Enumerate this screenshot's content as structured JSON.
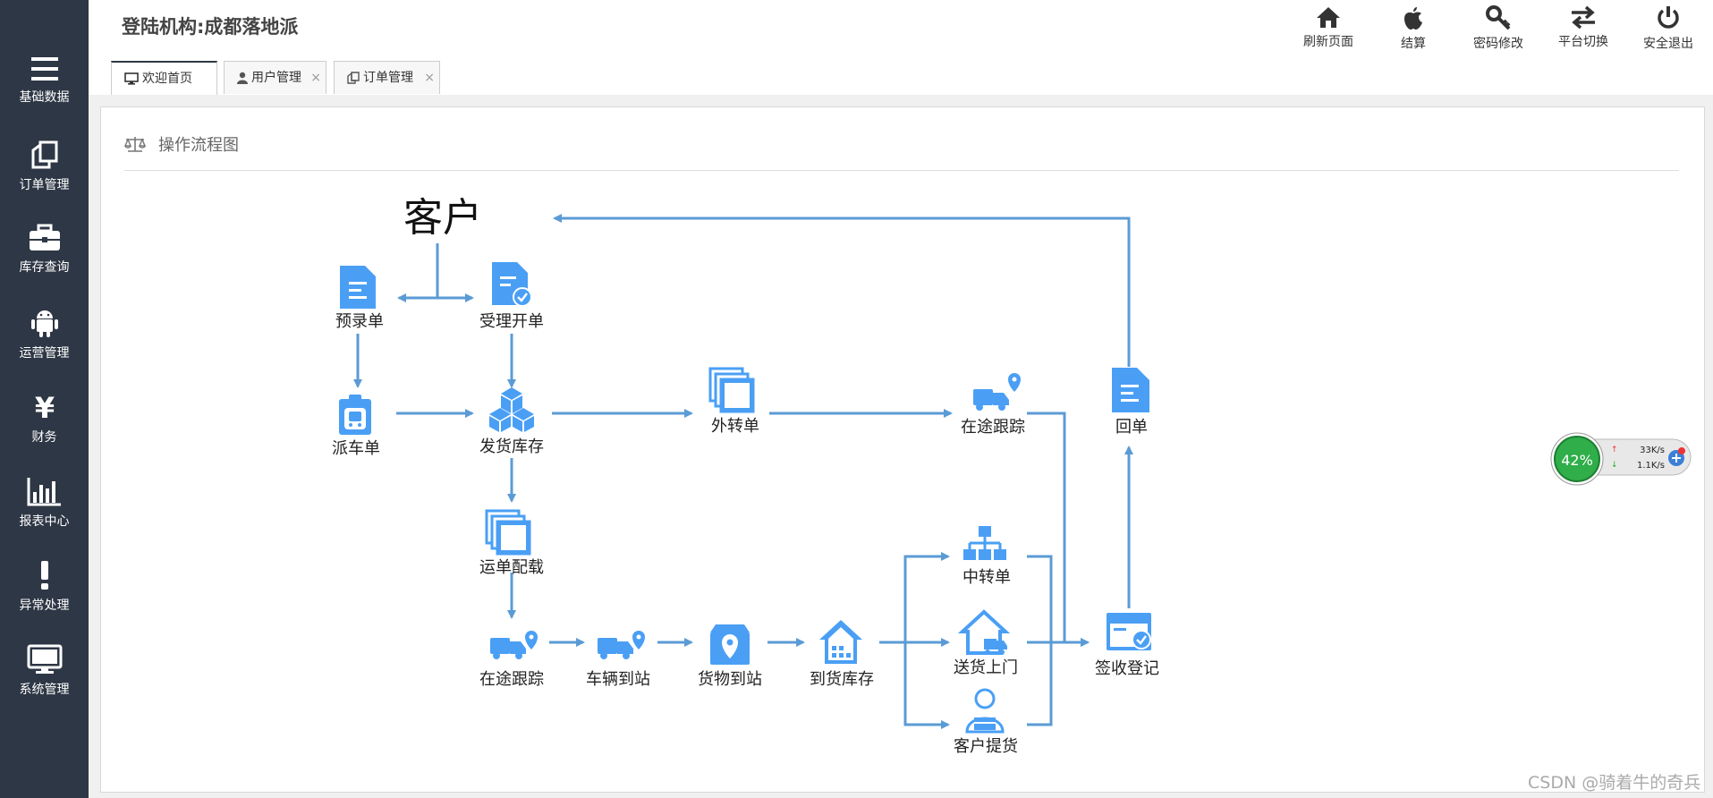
{
  "header": {
    "org_title": "登陆机构:成都落地派",
    "buttons": [
      {
        "icon": "home-icon",
        "label": "刷新页面"
      },
      {
        "icon": "apple-icon",
        "label": "结算"
      },
      {
        "icon": "key-icon",
        "label": "密码修改"
      },
      {
        "icon": "exchange-icon",
        "label": "平台切换"
      },
      {
        "icon": "power-icon",
        "label": "安全退出"
      }
    ]
  },
  "sidebar": {
    "items": [
      {
        "icon": "bars-icon",
        "label": "基础数据"
      },
      {
        "icon": "copy-icon",
        "label": "订单管理"
      },
      {
        "icon": "briefcase-icon",
        "label": "库存查询"
      },
      {
        "icon": "android-icon",
        "label": "运营管理"
      },
      {
        "icon": "yen-icon",
        "label": "财务"
      },
      {
        "icon": "bar-chart-icon",
        "label": "报表中心"
      },
      {
        "icon": "exclamation-icon",
        "label": "异常处理"
      },
      {
        "icon": "monitor-icon",
        "label": "系统管理"
      }
    ]
  },
  "tabs": [
    {
      "label": "欢迎首页",
      "active": true
    },
    {
      "label": "用户管理",
      "closable": true
    },
    {
      "label": "订单管理",
      "closable": true
    }
  ],
  "tab_close_glyph": "×",
  "panel": {
    "title": "操作流程图",
    "icon": "balance-scale-icon"
  },
  "flow": {
    "customer": "客户",
    "nodes": {
      "prerecord": "预录单",
      "accept_order": "受理开单",
      "dispatch_vehicle": "派车单",
      "ship_stock": "发货库存",
      "transfer_out": "外转单",
      "in_transit_top": "在途跟踪",
      "receipt": "回单",
      "waybill_load": "运单配载",
      "in_transit_bottom": "在途跟踪",
      "vehicle_arrive": "车辆到站",
      "goods_arrive": "货物到站",
      "arrival_stock": "到货库存",
      "transfer_mid": "中转单",
      "door_delivery": "送货上门",
      "customer_pickup": "客户提货",
      "sign_register": "签收登记"
    }
  },
  "accent_color": "#4a9ff5",
  "arrow_color": "#5b9bd5",
  "net_widget": {
    "percent": "42%",
    "upload": "33K/s",
    "download": "1.1K/s"
  },
  "watermark": "CSDN @骑着牛的奇兵"
}
